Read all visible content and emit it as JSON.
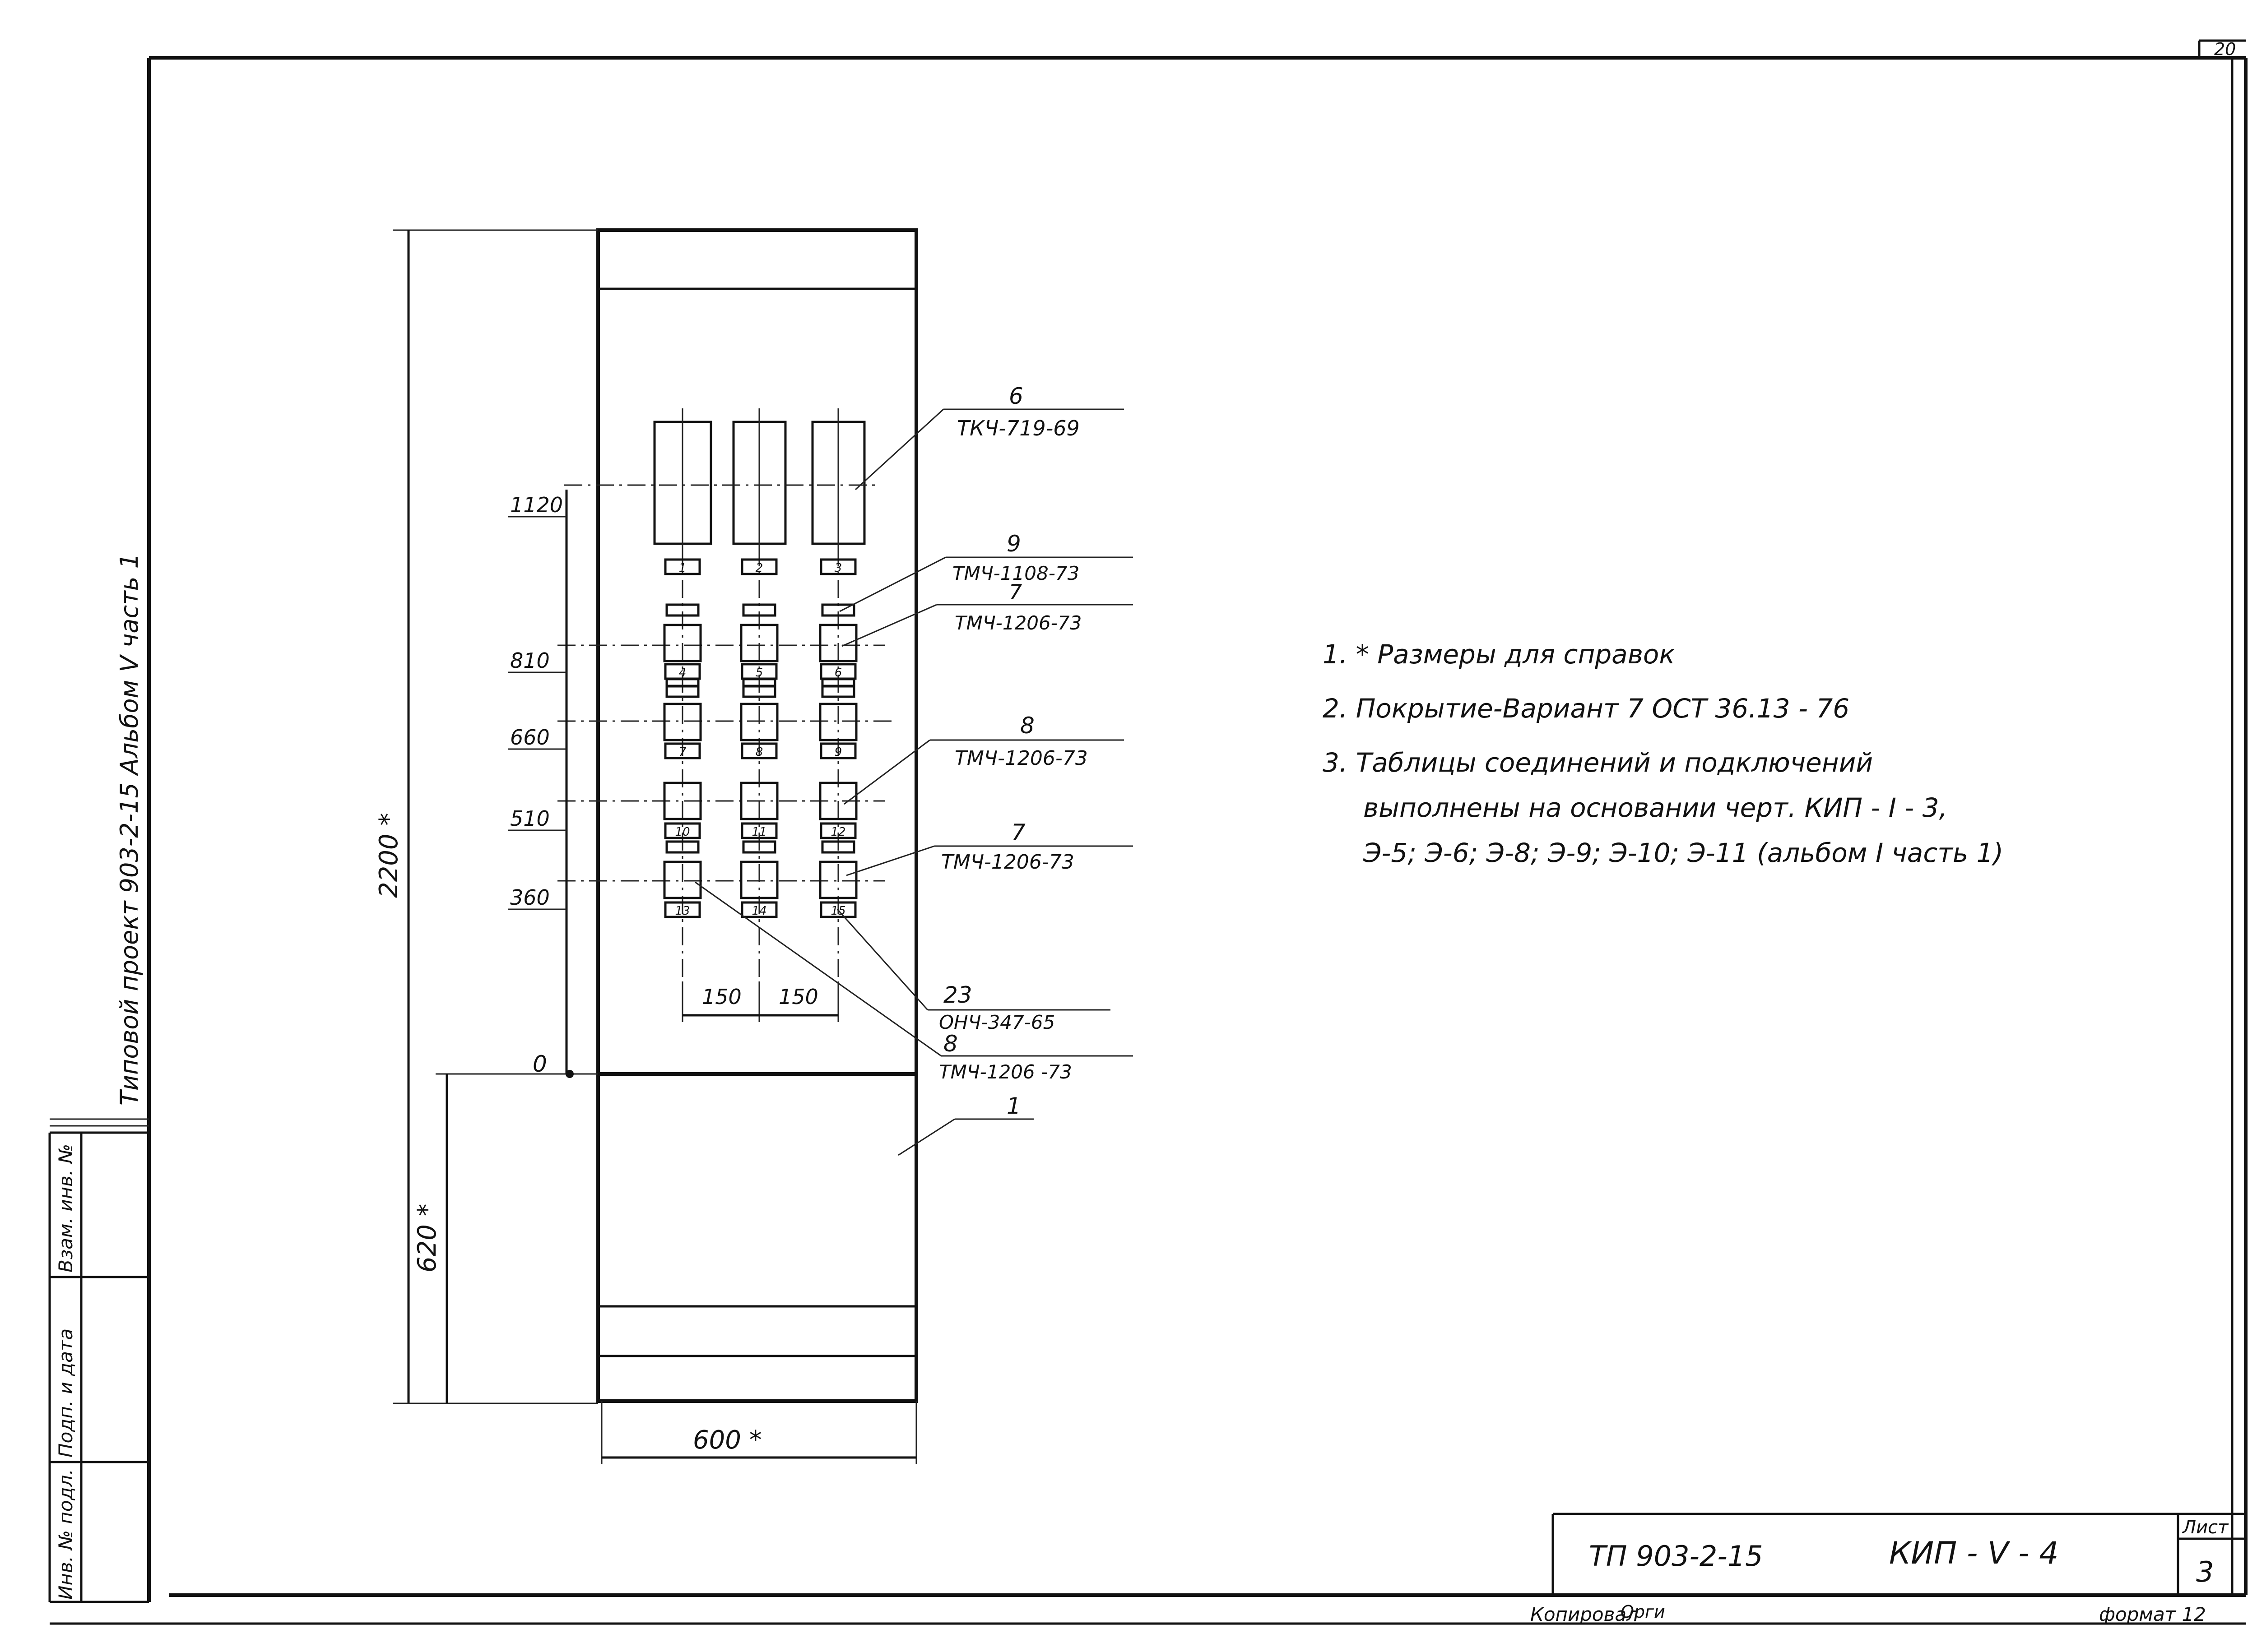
{
  "sheet": {
    "sheet_number_corner": "20",
    "copied_by": "Копировал",
    "copied_sign": "Орги",
    "format": "формат 12"
  },
  "side_title": {
    "project": "Типовой проект  903-2-15    Альбом  V   часть 1"
  },
  "side_stamp": {
    "inv_no": "Инв. № подл.",
    "sign_date": "Подп. и дата",
    "replace_inv": "Взам. инв. №"
  },
  "title_block": {
    "code": "ТП  903-2-15",
    "drawing": "КИП - V - 4",
    "sheet_label": "Лист",
    "sheet_value": "3"
  },
  "dimensions": {
    "total_height": "2200 *",
    "base_height": "620 *",
    "width": "600 *",
    "spacing_1": "150",
    "spacing_2": "150",
    "levels": [
      "1120",
      "810",
      "660",
      "510",
      "360",
      "0"
    ]
  },
  "leaders": [
    {
      "number": "6",
      "spec": "ТКЧ-719-69"
    },
    {
      "number": "9",
      "spec": "ТМЧ-1108-73"
    },
    {
      "number": "7",
      "spec": "ТМЧ-1206-73"
    },
    {
      "number": "8",
      "spec": "ТМЧ-1206-73"
    },
    {
      "number": "7",
      "spec": "ТМЧ-1206-73"
    },
    {
      "number": "23",
      "spec": "ОНЧ-347-65"
    },
    {
      "number": "8",
      "spec": "ТМЧ-1206 -73"
    },
    {
      "number": "1",
      "spec": ""
    }
  ],
  "cell_labels": [
    "1",
    "2",
    "3",
    "4",
    "5",
    "6",
    "7",
    "8",
    "9",
    "10",
    "11",
    "12",
    "13",
    "14",
    "15"
  ],
  "notes": [
    "1.  * Размеры  для  справок",
    "2.  Покрытие-Вариант  7 ОСТ 36.13 - 76",
    "3.  Таблицы      соединений  и  подключений",
    "выполнены  на основании  черт. КИП - I - 3,",
    "Э-5; Э-6; Э-8;  Э-9;  Э-10; Э-11 (альбом I часть 1)"
  ]
}
